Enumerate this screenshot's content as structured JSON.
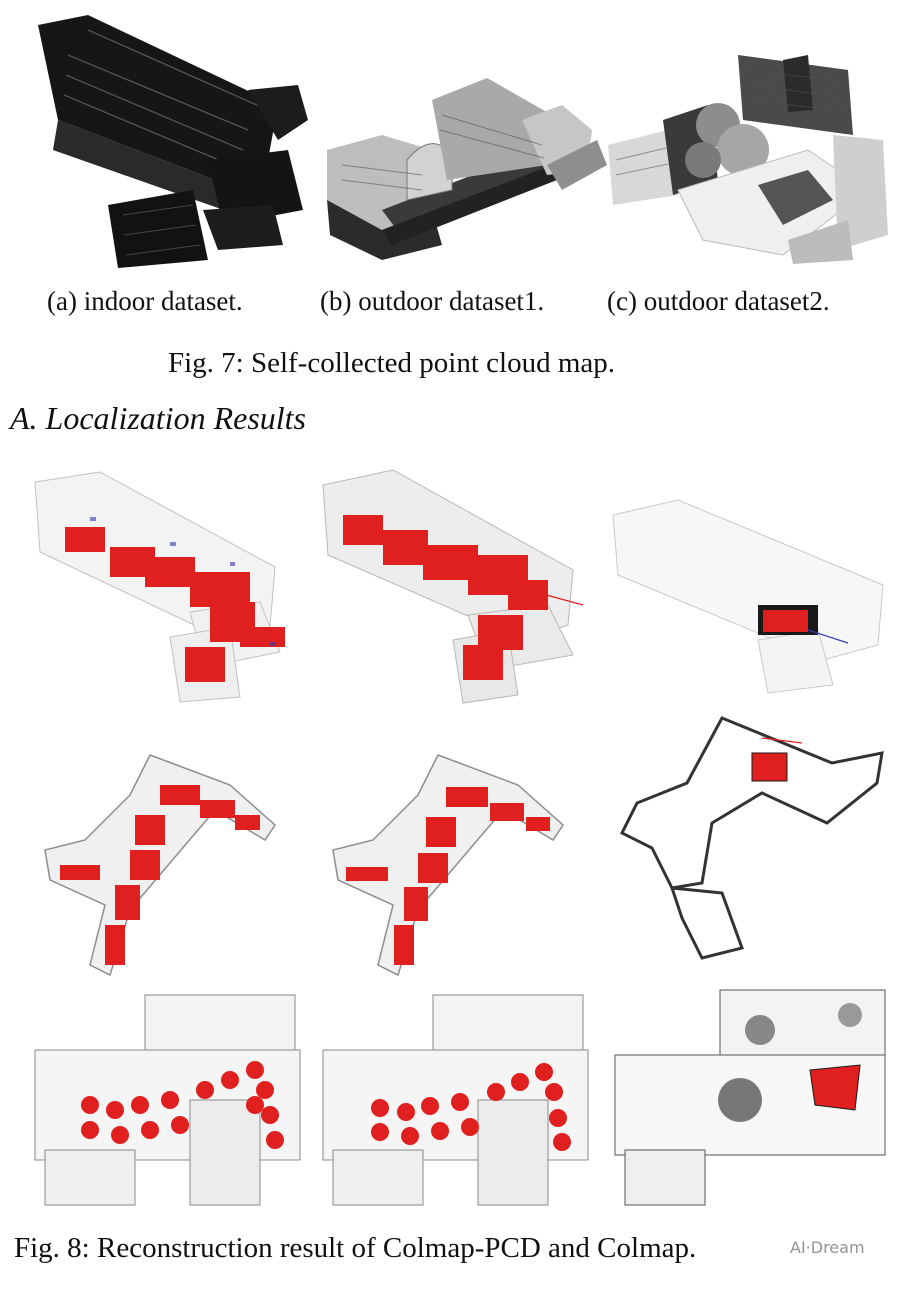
{
  "figure7": {
    "subcaptions": [
      "(a) indoor dataset.",
      "(b) outdoor dataset1.",
      "(c) outdoor dataset2."
    ],
    "caption": "Fig. 7: Self-collected point cloud map."
  },
  "section": {
    "heading": "A.  Localization Results"
  },
  "figure8": {
    "caption": "Fig. 8: Reconstruction result of Colmap-PCD and Colmap."
  },
  "watermark": {
    "text": "AI·Dream"
  },
  "colors": {
    "pose_marker": "#e01f1f",
    "point_cloud_dark": "#1a1a1a",
    "point_cloud_gray": "#9a9a9a"
  }
}
